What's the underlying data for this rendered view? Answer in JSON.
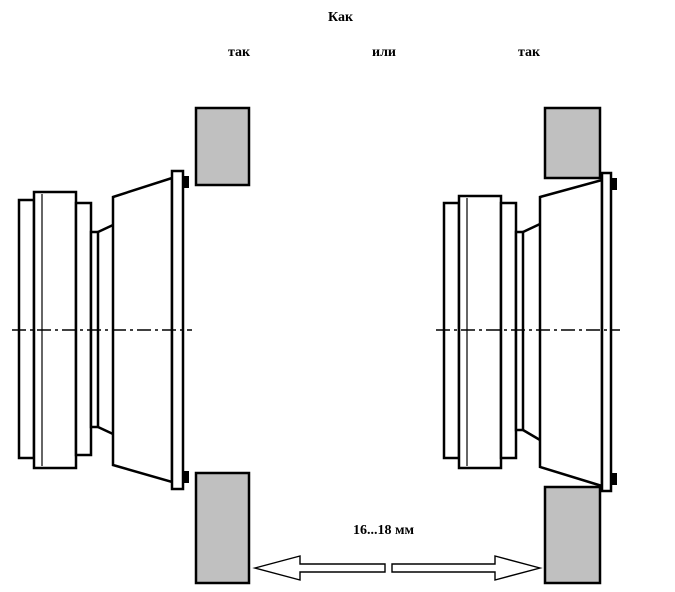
{
  "labels": {
    "title": "Как",
    "left": "так",
    "middle": "или",
    "right": "так",
    "dimension": "16...18 мм"
  },
  "colors": {
    "wall": "#c0c0c0",
    "line": "#000000",
    "background": "#ffffff"
  }
}
